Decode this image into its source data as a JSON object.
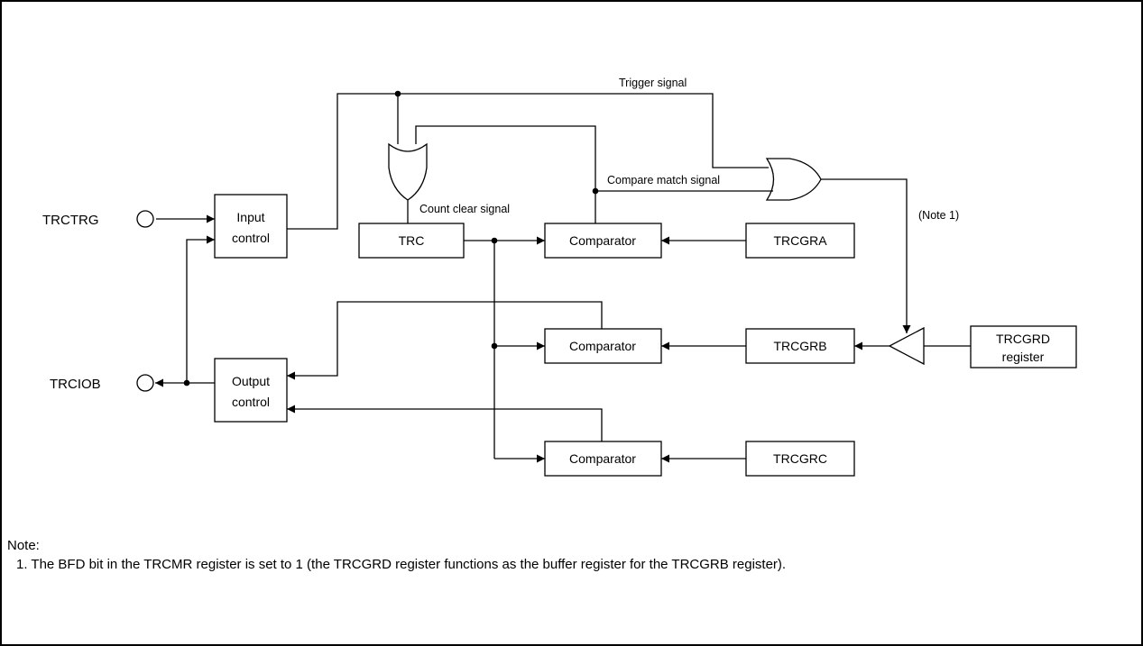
{
  "pins": {
    "trctrg": "TRCTRG",
    "trciob": "TRCIOB"
  },
  "blocks": {
    "input_control": [
      "Input",
      "control"
    ],
    "output_control": [
      "Output",
      "control"
    ],
    "trc": "TRC",
    "comparator_a": "Comparator",
    "comparator_b": "Comparator",
    "comparator_c": "Comparator",
    "trcgra": "TRCGRA",
    "trcgrb": "TRCGRB",
    "trcgrc": "TRCGRC",
    "trcgrd": [
      "TRCGRD",
      "register"
    ]
  },
  "signals": {
    "trigger": "Trigger signal",
    "compare_match": "Compare match signal",
    "count_clear": "Count clear signal",
    "note_ref": "(Note 1)"
  },
  "notes": {
    "heading": "Note:",
    "item_1": "1. The BFD bit in the TRCMR register is set to 1 (the TRCGRD register functions as the buffer register for the TRCGRB register)."
  }
}
